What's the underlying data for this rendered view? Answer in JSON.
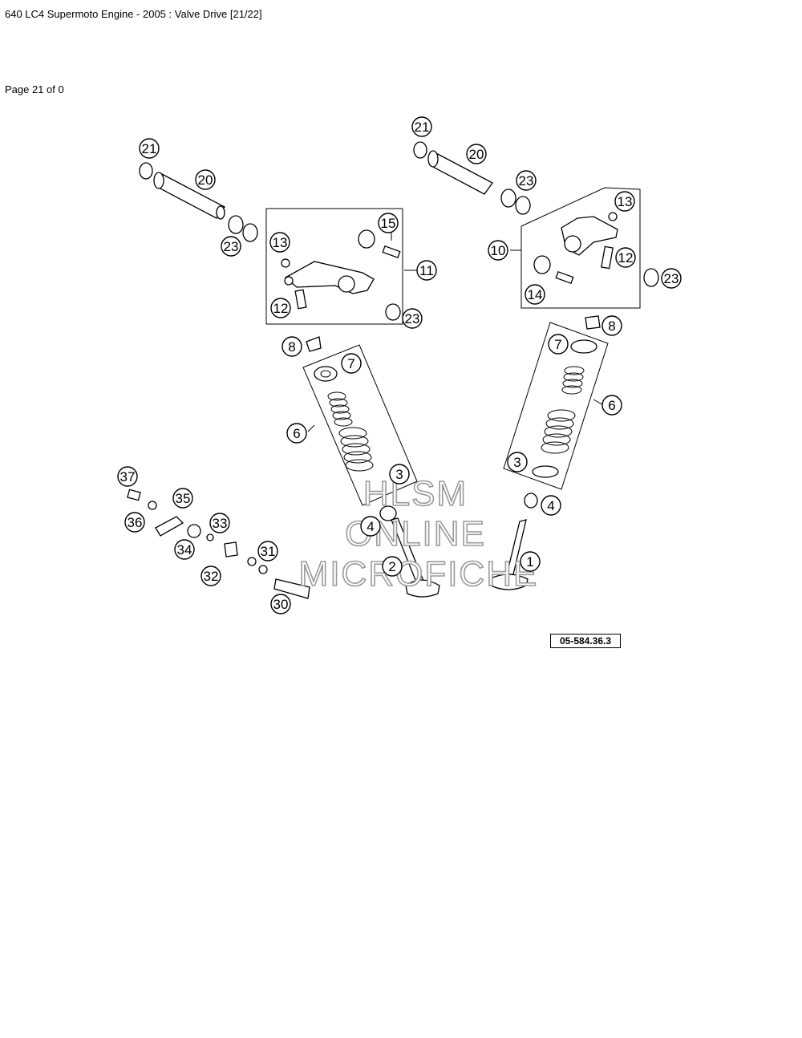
{
  "header": {
    "title": "640 LC4 Supermoto Engine - 2005 : Valve Drive [21/22]",
    "page_info": "Page 21 of 0"
  },
  "diagram": {
    "reference_code": "05-584.36.3",
    "watermark": [
      "HLSM",
      "ONLINE",
      "MICROFICHE"
    ],
    "callouts": [
      {
        "id": "c21a",
        "label": "21"
      },
      {
        "id": "c20a",
        "label": "20"
      },
      {
        "id": "c23a",
        "label": "23"
      },
      {
        "id": "c15",
        "label": "15"
      },
      {
        "id": "c13a",
        "label": "13"
      },
      {
        "id": "c11",
        "label": "11"
      },
      {
        "id": "c12a",
        "label": "12"
      },
      {
        "id": "c23b",
        "label": "23"
      },
      {
        "id": "c8a",
        "label": "8"
      },
      {
        "id": "c7a",
        "label": "7"
      },
      {
        "id": "c6a",
        "label": "6"
      },
      {
        "id": "c3a",
        "label": "3"
      },
      {
        "id": "c4a",
        "label": "4"
      },
      {
        "id": "c2",
        "label": "2"
      },
      {
        "id": "c21b",
        "label": "21"
      },
      {
        "id": "c20b",
        "label": "20"
      },
      {
        "id": "c23c",
        "label": "23"
      },
      {
        "id": "c13b",
        "label": "13"
      },
      {
        "id": "c10",
        "label": "10"
      },
      {
        "id": "c12b",
        "label": "12"
      },
      {
        "id": "c23d",
        "label": "23"
      },
      {
        "id": "c14",
        "label": "14"
      },
      {
        "id": "c8b",
        "label": "8"
      },
      {
        "id": "c7b",
        "label": "7"
      },
      {
        "id": "c6b",
        "label": "6"
      },
      {
        "id": "c3b",
        "label": "3"
      },
      {
        "id": "c4b",
        "label": "4"
      },
      {
        "id": "c1",
        "label": "1"
      },
      {
        "id": "c37",
        "label": "37"
      },
      {
        "id": "c35",
        "label": "35"
      },
      {
        "id": "c36",
        "label": "36"
      },
      {
        "id": "c33",
        "label": "33"
      },
      {
        "id": "c34",
        "label": "34"
      },
      {
        "id": "c31",
        "label": "31"
      },
      {
        "id": "c32",
        "label": "32"
      },
      {
        "id": "c30",
        "label": "30"
      }
    ]
  }
}
